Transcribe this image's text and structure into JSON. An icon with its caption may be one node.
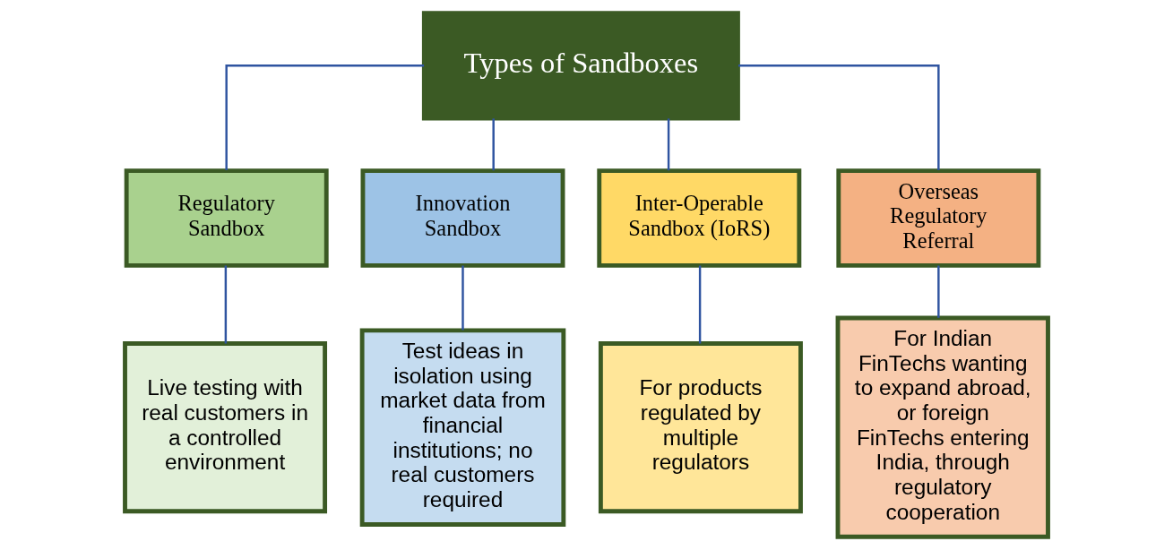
{
  "diagram": {
    "nodes": [
      {
        "text": [
          "Types of Sandboxes"
        ]
      },
      {
        "text": [
          "Regulatory Sandbox"
        ]
      },
      {
        "text": [
          "Innovation Sandbox"
        ]
      },
      {
        "text": [
          "Inter-Operable Sandbox (IoRS)"
        ]
      },
      {
        "text": [
          "Overseas Regulatory Referral"
        ]
      },
      {
        "text": [
          "Live testing with real customers in a controlled environment"
        ]
      },
      {
        "text": [
          "Test ideas in isolation using market data from financial institutions; no real customers required"
        ]
      },
      {
        "text": [
          "For products regulated by multiple regulators"
        ]
      },
      {
        "text": [
          "For Indian FinTechs wanting to expand abroad, or foreign FinTechs entering India, through regulatory cooperation"
        ]
      }
    ],
    "edges": [
      {
        "from": 0,
        "to": 1,
        "arrow": "none"
      },
      {
        "from": 0,
        "to": 2,
        "arrow": "none"
      },
      {
        "from": 0,
        "to": 3,
        "arrow": "none"
      },
      {
        "from": 0,
        "to": 4,
        "arrow": "none"
      },
      {
        "from": 1,
        "to": 5,
        "arrow": "none"
      },
      {
        "from": 2,
        "to": 6,
        "arrow": "none"
      },
      {
        "from": 3,
        "to": 7,
        "arrow": "none"
      },
      {
        "from": 4,
        "to": 8,
        "arrow": "none"
      }
    ]
  }
}
